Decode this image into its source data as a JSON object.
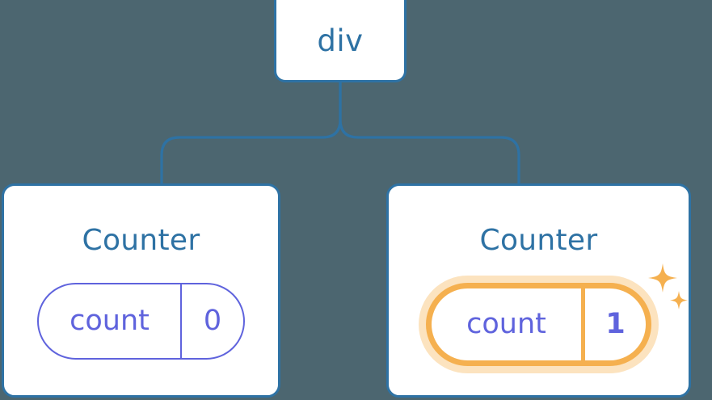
{
  "diagram": {
    "type": "component-tree",
    "background_color": "#4c6670",
    "node_border_color": "#2e72a4",
    "connector_color": "#2e72a4",
    "state_color": "#5f63dd",
    "highlight_color": "#f5b04f",
    "highlight_glow_color": "#f8c070"
  },
  "root": {
    "label": "div"
  },
  "children": [
    {
      "title": "Counter",
      "state": {
        "key": "count",
        "value": "0"
      },
      "highlighted": false
    },
    {
      "title": "Counter",
      "state": {
        "key": "count",
        "value": "1"
      },
      "highlighted": true
    }
  ]
}
